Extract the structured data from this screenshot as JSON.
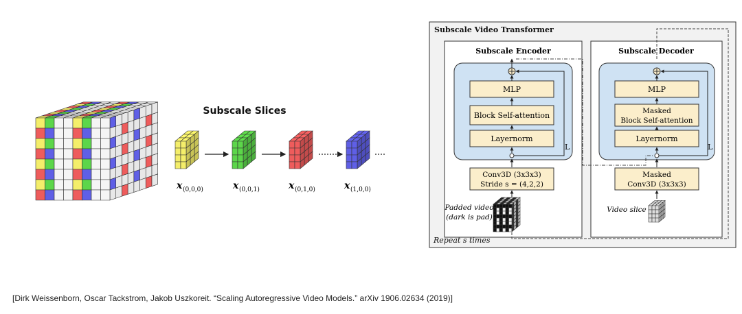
{
  "slices": {
    "title": "Subscale Slices",
    "items": [
      {
        "label": "x",
        "sub": "(0,0,0)",
        "color": "#f4ee6a"
      },
      {
        "label": "x",
        "sub": "(0,0,1)",
        "color": "#5cd64a"
      },
      {
        "label": "x",
        "sub": "(0,1,0)",
        "color": "#ee5c5c"
      },
      {
        "label": "x",
        "sub": "(1,0,0)",
        "color": "#5f5fe6"
      }
    ]
  },
  "colors": {
    "yellow": "#f4ee6a",
    "green": "#5cd64a",
    "red": "#ee5c5c",
    "blue": "#5f5fe6",
    "block_fill": "#fbeecb",
    "panel_fill": "#cfe2f3"
  },
  "transformer": {
    "title": "Subscale Video Transformer",
    "repeat_label": "Repeat s times",
    "encoder": {
      "title": "Subscale Encoder",
      "mlp": "MLP",
      "attention": "Block Self-attention",
      "layernorm": "Layernorm",
      "repeat_L": "L",
      "conv_line1": "Conv3D (3x3x3)",
      "conv_line2": "Stride s = (4,2,2)",
      "input_line1": "Padded video",
      "input_line2": "(dark is pad)"
    },
    "decoder": {
      "title": "Subscale Decoder",
      "mlp": "MLP",
      "attention_line1": "Masked",
      "attention_line2": "Block Self-attention",
      "layernorm": "Layernorm",
      "repeat_L": "L",
      "conv_line1": "Masked",
      "conv_line2": "Conv3D (3x3x3)",
      "input": "Video slice"
    }
  },
  "citation": "[Dirk Weissenborn, Oscar Tackstrom, Jakob Uszkoreit. “Scaling Autoregressive Video Models.” arXiv 1906.02634 (2019)]"
}
